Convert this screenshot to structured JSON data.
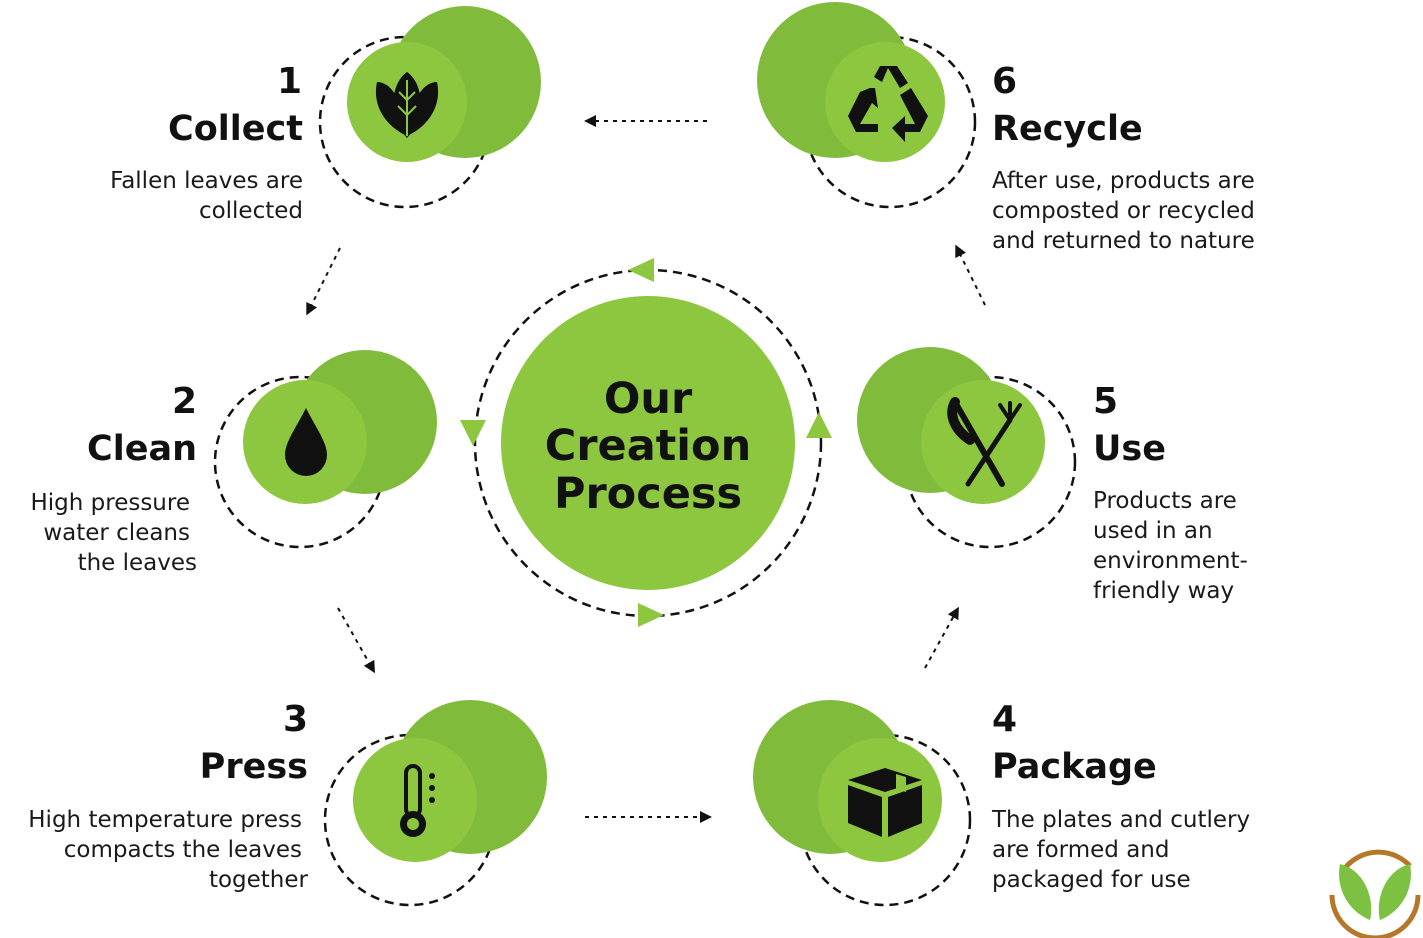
{
  "center": {
    "lines": [
      "Our",
      "Creation",
      "Process"
    ]
  },
  "colors": {
    "green": "#8dc63f",
    "green_dark": "#80bb3c",
    "logo_brown": "#b5782b"
  },
  "steps": [
    {
      "number": "1",
      "title": "Collect",
      "desc": [
        "Fallen leaves are",
        "collected"
      ],
      "icon": "leaves-icon"
    },
    {
      "number": "2",
      "title": "Clean",
      "desc": [
        "High pressure",
        "water cleans",
        "the leaves"
      ],
      "icon": "water-drop-icon"
    },
    {
      "number": "3",
      "title": "Press",
      "desc": [
        "High temperature press",
        "compacts the leaves",
        "together"
      ],
      "icon": "thermometer-icon"
    },
    {
      "number": "4",
      "title": "Package",
      "desc": [
        "The plates and cutlery",
        "are formed and",
        "packaged for use"
      ],
      "icon": "box-icon"
    },
    {
      "number": "5",
      "title": "Use",
      "desc": [
        "Products are",
        "used in an",
        "environment-",
        "friendly way"
      ],
      "icon": "cutlery-icon"
    },
    {
      "number": "6",
      "title": "Recycle",
      "desc": [
        "After use, products are",
        "composted or recycled",
        "and returned to nature"
      ],
      "icon": "recycle-icon"
    }
  ]
}
